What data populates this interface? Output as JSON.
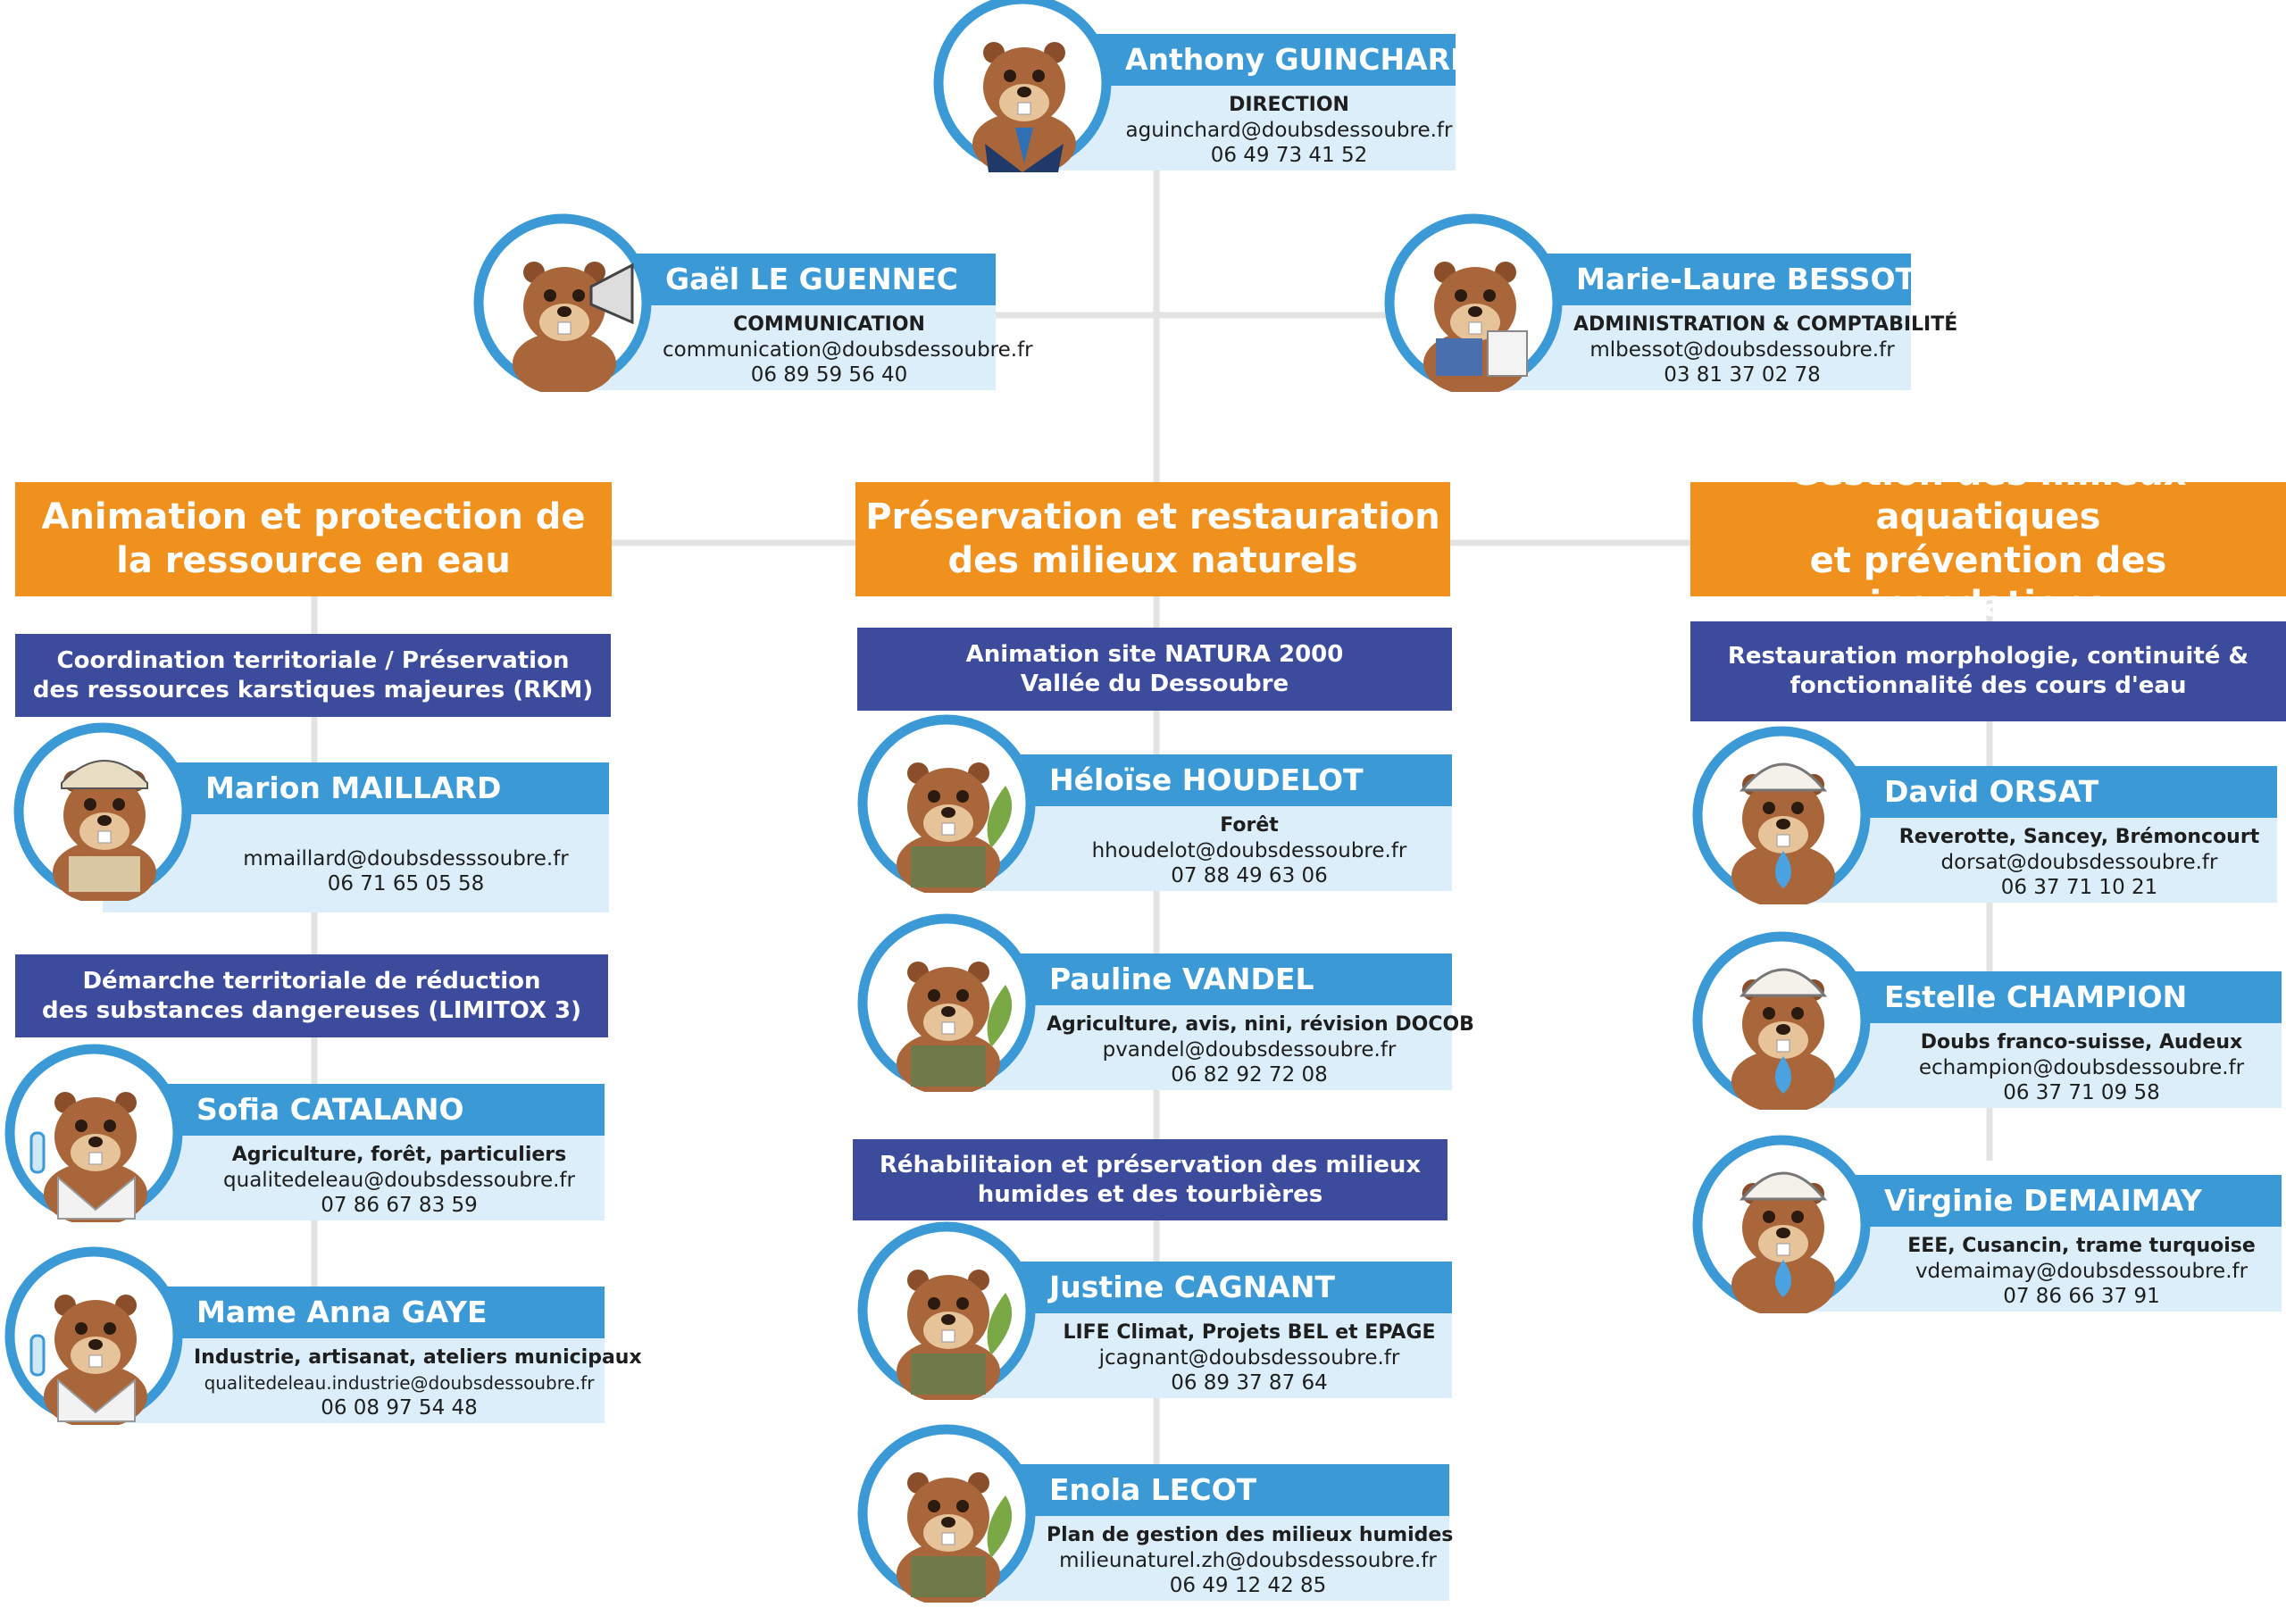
{
  "people": {
    "guinchard": {
      "name": "Anthony GUINCHARD",
      "role": "DIRECTION",
      "email": "aguinchard@doubsdessoubre.fr",
      "phone": "06 49 73 41 52",
      "avatar": "beaver-suit-avatar"
    },
    "leguennec": {
      "name": "Gaël LE GUENNEC",
      "role": "COMMUNICATION",
      "email": "communication@doubsdessoubre.fr",
      "phone": "06 89 59 56 40",
      "avatar": "beaver-megaphone-avatar"
    },
    "bessot": {
      "name": "Marie-Laure BESSOT",
      "role": "ADMINISTRATION & COMPTABILITÉ",
      "email": "mlbessot@doubsdessoubre.fr",
      "phone": "03 81 37 02 78",
      "avatar": "beaver-documents-avatar"
    },
    "maillard": {
      "name": "Marion MAILLARD",
      "role": "",
      "email": "mmaillard@doubsdesssoubre.fr",
      "phone": "06 71 65 05 58",
      "avatar": "beaver-cap-avatar"
    },
    "catalano": {
      "name": "Sofia CATALANO",
      "role": "Agriculture, forêt, particuliers",
      "email": "qualitedeleau@doubsdessoubre.fr",
      "phone": "07 86 67 83 59",
      "avatar": "beaver-lab-avatar"
    },
    "gaye": {
      "name": "Mame Anna GAYE",
      "role": "Industrie, artisanat, ateliers municipaux",
      "email": "qualitedeleau.industrie@doubsdessoubre.fr",
      "phone": "06 08 97 54 48",
      "avatar": "beaver-lab-avatar"
    },
    "houdelot": {
      "name": "Héloïse HOUDELOT",
      "role": "Forêt",
      "email": "hhoudelot@doubsdessoubre.fr",
      "phone": "07 88 49 63 06",
      "avatar": "beaver-naturalist-avatar"
    },
    "vandel": {
      "name": "Pauline VANDEL",
      "role": "Agriculture, avis, nini, révision DOCOB",
      "email": "pvandel@doubsdessoubre.fr",
      "phone": "06 82 92 72 08",
      "avatar": "beaver-naturalist-avatar"
    },
    "cagnant": {
      "name": "Justine CAGNANT",
      "role": "LIFE Climat, Projets BEL et EPAGE",
      "email": "jcagnant@doubsdessoubre.fr",
      "phone": "06 89 37 87 64",
      "avatar": "beaver-naturalist-avatar"
    },
    "lecot": {
      "name": "Enola LECOT",
      "role": "Plan de gestion des milieux humides",
      "email": "milieunaturel.zh@doubsdessoubre.fr",
      "phone": "06 49 12 42 85",
      "avatar": "beaver-naturalist-avatar"
    },
    "orsat": {
      "name": "David ORSAT",
      "role": "Reverotte, Sancey, Brémoncourt",
      "email": "dorsat@doubsdessoubre.fr",
      "phone": "06 37 71 10 21",
      "avatar": "beaver-helmet-avatar"
    },
    "champion": {
      "name": "Estelle CHAMPION",
      "role": "Doubs franco-suisse, Audeux",
      "email": "echampion@doubsdessoubre.fr",
      "phone": "06 37 71 09 58",
      "avatar": "beaver-helmet-avatar"
    },
    "demaimay": {
      "name": "Virginie DEMAIMAY",
      "role": "EEE, Cusancin, trame turquoise",
      "email": "vdemaimay@doubsdessoubre.fr",
      "phone": "07 86 66 37 91",
      "avatar": "beaver-helmet-avatar"
    }
  },
  "sections": {
    "left": {
      "line1": "Animation et protection de",
      "line2": "la ressource en eau"
    },
    "center": {
      "line1": "Préservation et restauration",
      "line2": "des milieux naturels"
    },
    "right": {
      "line1": "Gestion des milieux aquatiques",
      "line2": "et prévention des inondations"
    }
  },
  "subsections": {
    "rkm": {
      "line1": "Coordination territoriale / Préservation",
      "line2": "des ressources karstiques majeures (RKM)"
    },
    "limitox": {
      "line1": "Démarche territoriale de réduction",
      "line2": "des substances dangereuses (LIMITOX 3)"
    },
    "natura": {
      "line1": "Animation site NATURA 2000",
      "line2": "Vallée du Dessoubre"
    },
    "humides": {
      "line1": "Réhabilitaion et préservation des milieux",
      "line2": "humides et des tourbières"
    },
    "morpho": {
      "line1": "Restauration morphologie, continuité &",
      "line2": "fonctionnalité des cours d'eau"
    }
  },
  "colors": {
    "name_bar": "#3b9ad6",
    "info_bg": "#dbeef9",
    "section": "#f0901d",
    "subsection": "#3d4b9c",
    "connector": "#e3e3e3"
  }
}
